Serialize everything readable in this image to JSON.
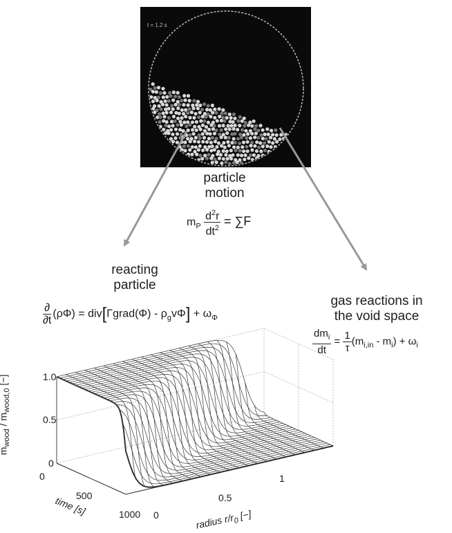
{
  "particle_motion": {
    "label_line1": "particle",
    "label_line2": "motion",
    "eq_lhs": "m",
    "eq_lhs_sub": "P",
    "eq_num": "d",
    "eq_num_sup": "2",
    "eq_num_r": "r",
    "eq_den": "dt",
    "eq_den_sup": "2",
    "eq_rhs": "= ∑F"
  },
  "reacting_particle": {
    "label_line1": "reacting",
    "label_line2": "particle",
    "eq_num": "∂",
    "eq_den": "∂t",
    "eq_body": "(ρΦ) = div",
    "eq_bracket": "Γgrad(Φ) - ρ",
    "eq_bracket_sub": "g",
    "eq_bracket_tail": "vΦ",
    "eq_tail": "+ ω",
    "eq_tail_sub": "Φ"
  },
  "gas_reactions": {
    "label_line1": "gas reactions in",
    "label_line2": "the void space",
    "eq_num": "dm",
    "eq_num_sub": "i",
    "eq_den": "dt",
    "eq_eq": "=",
    "eq_frac_num": "1",
    "eq_frac_den": "τ",
    "eq_body": "(m",
    "eq_body_sub": "i,in",
    "eq_body_mid": " - m",
    "eq_body_mid_sub": "i",
    "eq_body_tail": ") + ω",
    "eq_body_tail_sub": "i"
  },
  "sim_panel": {
    "corner_label": "t = 1.2 s",
    "background": "#0a0a0a",
    "particle_color": "#d8d8d8"
  },
  "surface_plot": {
    "y_label_main": "m",
    "y_label_sub1": "wood",
    "y_label_div": " / m",
    "y_label_sub2": "wood,0",
    "y_label_unit": " [−]",
    "y_ticks": [
      "1.0",
      "0.5",
      "0"
    ],
    "time_ticks": [
      "0",
      "500",
      "1000"
    ],
    "time_label": "time [s]",
    "radius_ticks": [
      "0",
      "0.5",
      "1"
    ],
    "radius_label_main": "radius r/r",
    "radius_label_sub": "0",
    "radius_label_unit": " [−]"
  },
  "colors": {
    "arrow": "#999999",
    "mesh": "#333333"
  }
}
